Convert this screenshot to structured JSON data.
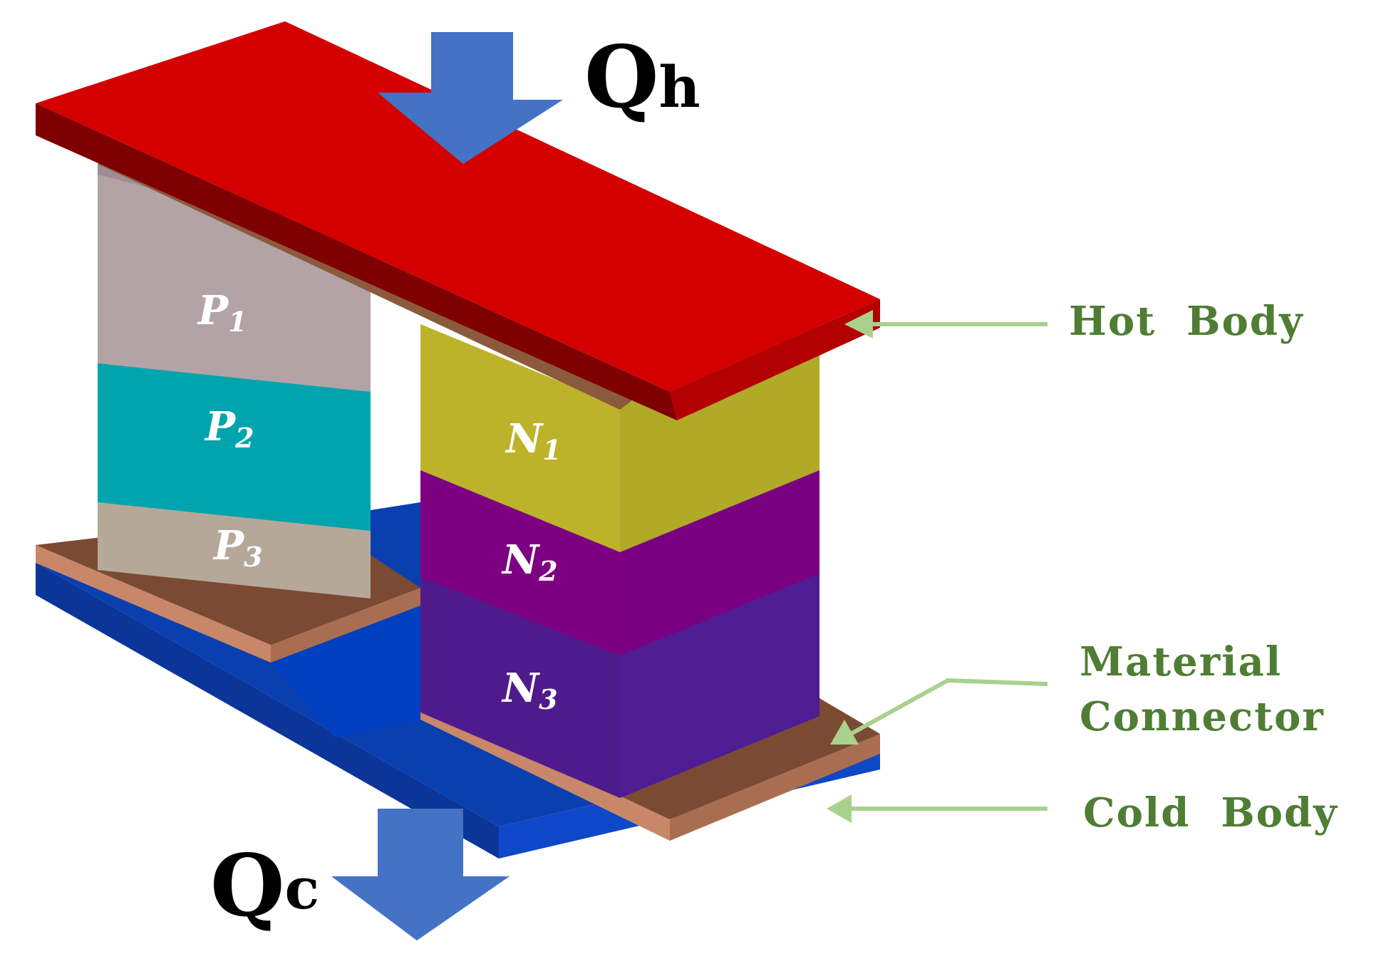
{
  "heat": {
    "hot_symbol": "Q",
    "hot_sub": "h",
    "cold_symbol": "Q",
    "cold_sub": "c"
  },
  "legs": {
    "p": [
      {
        "letter": "P",
        "sub": "1"
      },
      {
        "letter": "P",
        "sub": "2"
      },
      {
        "letter": "P",
        "sub": "3"
      }
    ],
    "n": [
      {
        "letter": "N",
        "sub": "1"
      },
      {
        "letter": "N",
        "sub": "2"
      },
      {
        "letter": "N",
        "sub": "3"
      }
    ]
  },
  "callouts": {
    "hot_body": "Hot  Body",
    "material_connector_line1": "Material",
    "material_connector_line2": "Connector",
    "cold_body": "Cold  Body"
  },
  "colors": {
    "hot_body": "#d40000",
    "cold_body": "#0a3fb0",
    "connector": "#8b5a3c",
    "arrow": "#4472c4",
    "callout_text": "#4f7d33",
    "leader_line": "#a9d18e",
    "p1": "#b3a3a6",
    "p2": "#00a4ad",
    "p3": "#b5a899",
    "n1": "#bdb32a",
    "n2": "#7e0082",
    "n3": "#4f1b8c"
  }
}
